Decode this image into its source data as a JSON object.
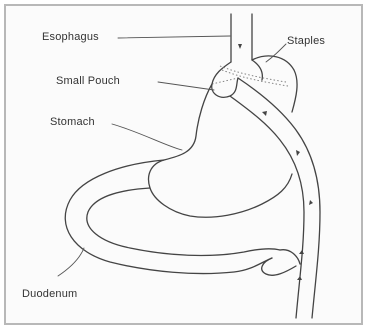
{
  "labels": {
    "esophagus": "Esophagus",
    "staples": "Staples",
    "small_pouch": "Small Pouch",
    "stomach": "Stomach",
    "duodenum": "Duodenum"
  },
  "colors": {
    "line": "#444444",
    "frame": "#b8b8b8",
    "text": "#333333"
  }
}
